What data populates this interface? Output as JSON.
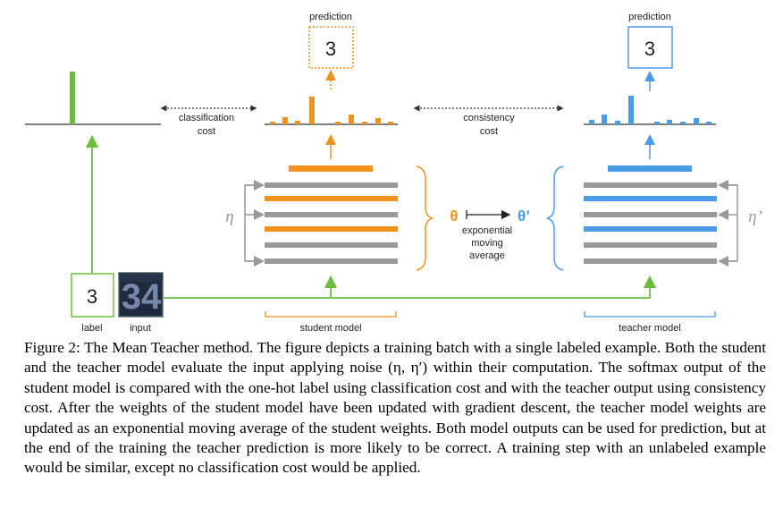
{
  "labels": {
    "prediction_student": "prediction",
    "prediction_teacher": "prediction",
    "student_prediction_value": "3",
    "teacher_prediction_value": "3",
    "classification_cost_line1": "classification",
    "classification_cost_line2": "cost",
    "consistency_cost_line1": "consistency",
    "consistency_cost_line2": "cost",
    "eta": "η",
    "eta_prime": "η’",
    "theta": "θ",
    "theta_prime": "θ’",
    "ema_line1": "exponential",
    "ema_line2": "moving",
    "ema_line3": "average",
    "label_value": "3",
    "label_caption": "label",
    "input_caption": "input",
    "input_digits": "34",
    "student_model": "student model",
    "teacher_model": "teacher model"
  },
  "caption": {
    "prefix": "Figure 2:",
    "text": "The Mean Teacher method. The figure depicts a training batch with a single labeled example. Both the student and the teacher model evaluate the input applying noise (η, η′) within their computation. The softmax output of the student model is compared with the one-hot label using classification cost and with the teacher output using consistency cost. After the weights of the student model have been updated with gradient descent, the teacher model weights are updated as an exponential moving average of the student weights. Both model outputs can be used for prediction, but at the end of the training the teacher prediction is more likely to be correct. A training step with an unlabeled example would be similar, except no classification cost would be applied."
  },
  "colors": {
    "green": "#6cbf3c",
    "orange": "#f0921e",
    "blue": "#4a9be8",
    "gray": "#999999",
    "dark": "#333333"
  }
}
